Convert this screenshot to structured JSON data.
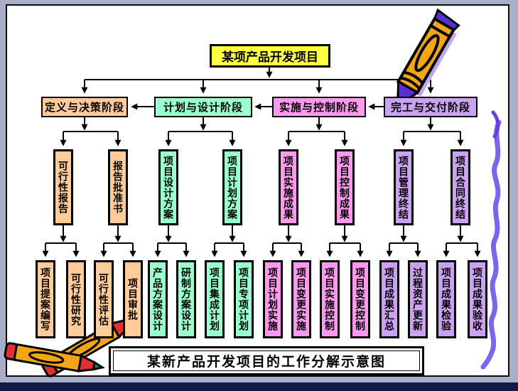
{
  "root": {
    "label": "某项产品开发项目"
  },
  "caption": {
    "label": "某新产品开发项目的工作分解示意图"
  },
  "phases": [
    {
      "label": "定义与决策阶段",
      "color": "#FFCC99",
      "deliverables": [
        {
          "label": "可行性报告",
          "tasks": [
            "项目提案编写",
            "可行性研究"
          ]
        },
        {
          "label": "报告批准书",
          "tasks": [
            "可行性评估",
            "项目审批"
          ]
        }
      ]
    },
    {
      "label": "计划与设计阶段",
      "color": "#99FFCC",
      "deliverables": [
        {
          "label": "项目设计方案",
          "tasks": [
            "产品方案设计",
            "研制方案设计"
          ]
        },
        {
          "label": "项目计划方案",
          "tasks": [
            "项目集成计划",
            "项目专项计划"
          ]
        }
      ]
    },
    {
      "label": "实施与控制阶段",
      "color": "#FF99F0",
      "deliverables": [
        {
          "label": "项目实施成果",
          "tasks": [
            "项目计划实施",
            "项目变更实施"
          ]
        },
        {
          "label": "项目控制成果",
          "tasks": [
            "项目实施控制",
            "项目变更控制"
          ]
        }
      ]
    },
    {
      "label": "完工与交付阶段",
      "color": "#CBA2F2",
      "deliverables": [
        {
          "label": "项目管理终结",
          "tasks": [
            "项目成果汇总",
            "过程资产更新"
          ]
        },
        {
          "label": "项目合同终结",
          "tasks": [
            "项目成果检验",
            "项目成果验收"
          ]
        }
      ]
    }
  ],
  "colors": {
    "root_bg": "#FFFF44",
    "connector": "#000000",
    "squiggle": "#7D63EE",
    "frame": "#A9AFCB",
    "bottom_bar": "#121C42",
    "pencil_body": "#F2A515",
    "pencil_accent": "#5A2FD0",
    "pencil_eraser": "#E03030"
  },
  "decorations": {
    "top_right": "pencil-clipart",
    "bottom_left": "crossed-pencils-clipart",
    "right_edge": "purple-squiggle-line"
  }
}
